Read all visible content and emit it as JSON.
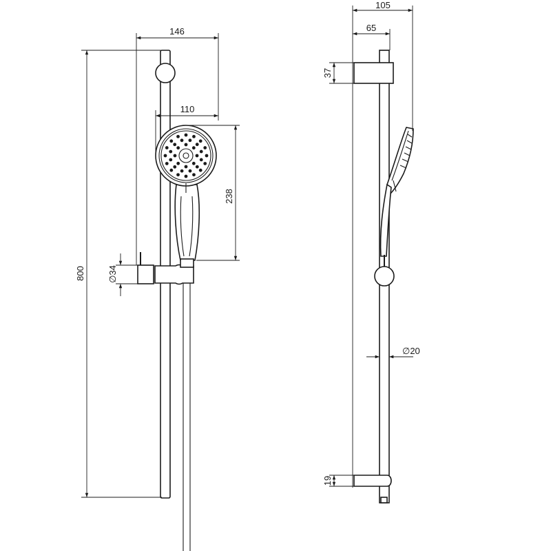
{
  "front_view": {
    "width_overall": "146",
    "head_width": "110",
    "head_height": "238",
    "bracket_diameter": "∅34",
    "total_height": "800"
  },
  "side_view": {
    "depth_overall": "105",
    "depth_bracket": "65",
    "top_bracket_height": "37",
    "rail_diameter": "∅20",
    "bottom_bracket_height": "19"
  }
}
